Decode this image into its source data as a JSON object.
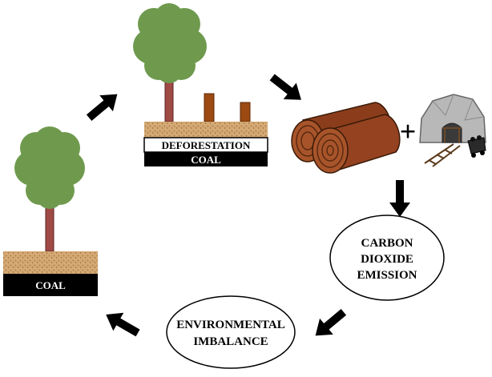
{
  "diagram": {
    "left_block": {
      "coal_label": "COAL"
    },
    "top_block": {
      "deforestation_label": "DEFORESTATION",
      "coal_label": "COAL"
    },
    "carbon_node": {
      "line1": "CARBON",
      "line2": "DIOXIDE",
      "line3": "EMISSION"
    },
    "imbalance_node": {
      "line1": "ENVIRONMENTAL",
      "line2": "IMBALANCE"
    },
    "plus_symbol": "+"
  },
  "colors": {
    "foliage": "#6f9a4e",
    "trunk": "#a04a45",
    "soil": "#d4a872",
    "coal": "#000000",
    "log": "#8b3d1b",
    "rock": "#b8b8b8",
    "arrow": "#000000"
  }
}
